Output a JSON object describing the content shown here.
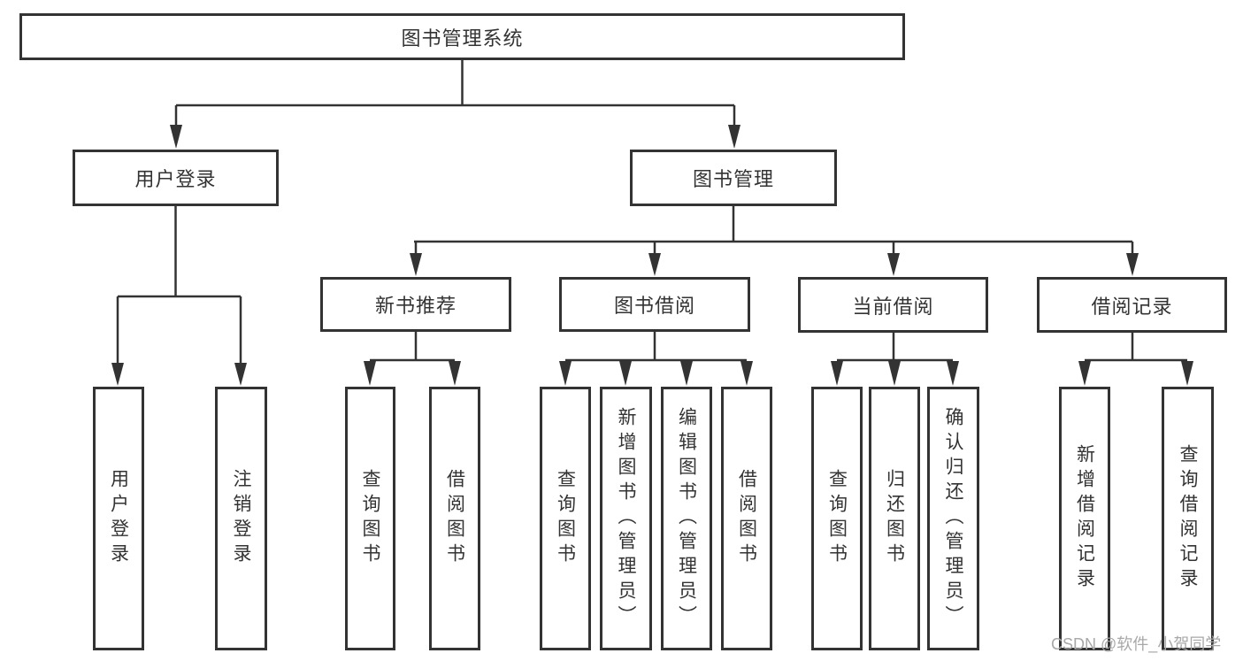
{
  "diagram": {
    "root_label": "图书管理系统",
    "level2": {
      "user_login": "用户登录",
      "book_management": "图书管理"
    },
    "level3": {
      "new_book_recommend": "新书推荐",
      "book_borrow": "图书借阅",
      "current_borrow": "当前借阅",
      "borrow_records": "借阅记录"
    },
    "leaves": {
      "user_login_children": [
        "用户登录",
        "注销登录"
      ],
      "new_book_recommend_children": [
        "查询图书",
        "借阅图书"
      ],
      "book_borrow_children": [
        "查询图书",
        "新增图书（管理员）",
        "编辑图书（管理员）",
        "借阅图书"
      ],
      "current_borrow_children": [
        "查询图书",
        "归还图书",
        "确认归还（管理员）"
      ],
      "borrow_records_children": [
        "新增借阅记录",
        "查询借阅记录"
      ]
    },
    "watermark": "CSDN @软件_小贺同学",
    "colors": {
      "line": "#333333",
      "text": "#333333",
      "background": "#ffffff",
      "watermark": "#a8a8a8"
    }
  }
}
